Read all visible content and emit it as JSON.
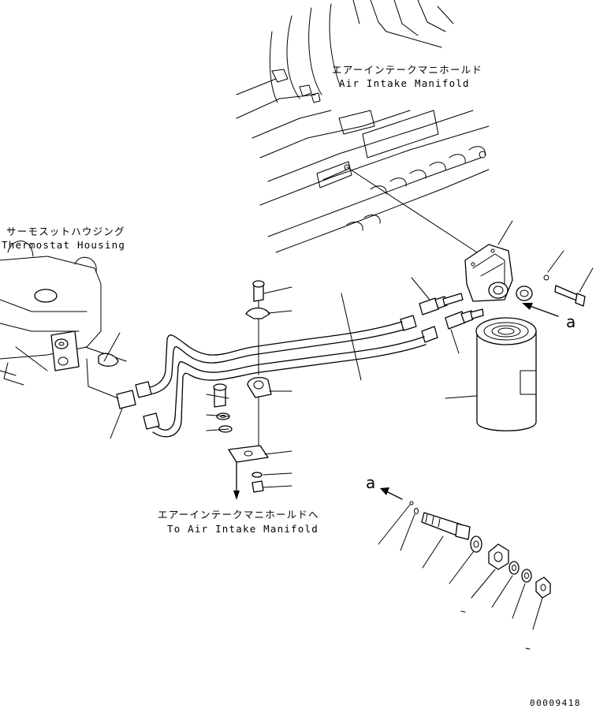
{
  "labels": {
    "air_intake_jp": "エアーインテークマニホールド",
    "air_intake_en": "Air Intake Manifold",
    "thermostat_jp": "サーモスットハウジング",
    "thermostat_en": "Thermostat Housing",
    "to_air_intake_jp": "エアーインテークマニホールドへ",
    "to_air_intake_en": "To Air Intake Manifold",
    "ref_letter_top": "a",
    "ref_letter_bottom": "a",
    "drawing_number": "00009418"
  },
  "colors": {
    "line": "#000000",
    "background": "#ffffff"
  }
}
